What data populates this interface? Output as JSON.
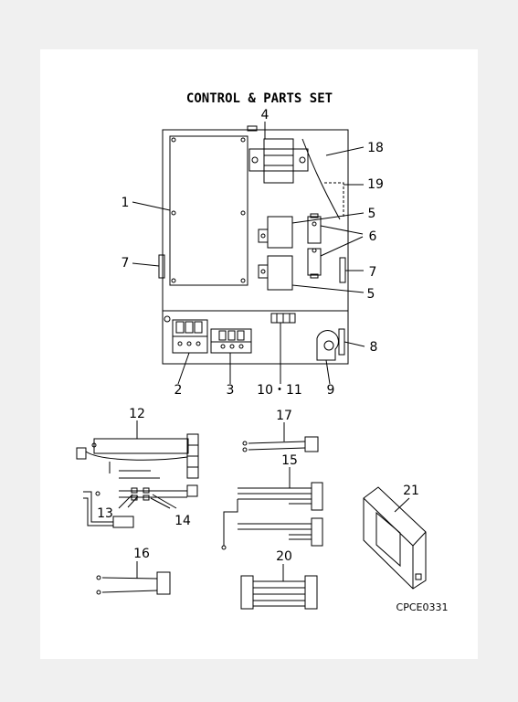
{
  "title": "CONTROL & PARTS SET",
  "drawing_code": "CPCE0331",
  "callouts": {
    "c1": "1",
    "c2": "2",
    "c3": "3",
    "c4": "4",
    "c5a": "5",
    "c5b": "5",
    "c6": "6",
    "c7a": "7",
    "c7b": "7",
    "c8": "8",
    "c9": "9",
    "c10_11": "10・11",
    "c12": "12",
    "c13": "13",
    "c14": "14",
    "c15": "15",
    "c16": "16",
    "c17": "17",
    "c18": "18",
    "c19": "19",
    "c20": "20",
    "c21": "21"
  }
}
